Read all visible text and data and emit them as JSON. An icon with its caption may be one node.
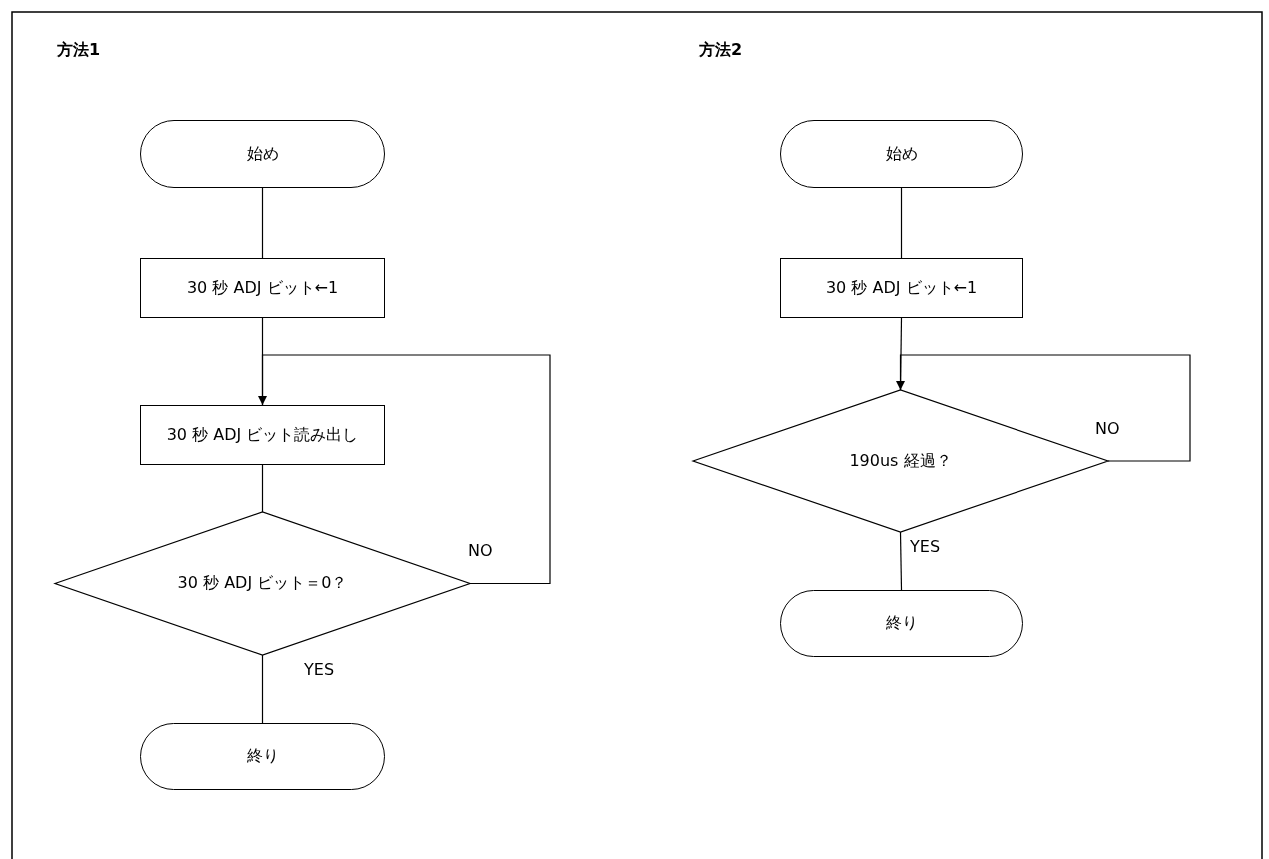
{
  "diagram": {
    "nodes": [
      {
        "text": [
          "始め"
        ]
      },
      {
        "text": [
          "30 秒 ADJ ビット←1"
        ]
      },
      {
        "text": [
          "30 秒 ADJ ビット読み出し"
        ]
      },
      {
        "text": [
          "30 秒 ADJ ビット＝0？"
        ]
      },
      {
        "text": [
          "終り"
        ]
      },
      {
        "text": [
          "始め"
        ]
      },
      {
        "text": [
          "30 秒 ADJ ビット←1"
        ]
      },
      {
        "text": [
          "190us 経過？"
        ]
      },
      {
        "text": [
          "終り"
        ]
      }
    ],
    "edges": [
      {
        "from": 0,
        "to": 1,
        "arrow": "none"
      },
      {
        "from": 1,
        "to": 2,
        "arrow": "none"
      },
      {
        "from": 2,
        "to": 3,
        "arrow": "none"
      },
      {
        "from": 3,
        "to": 4,
        "arrow": "none",
        "label": "YES"
      },
      {
        "from": 3,
        "to": 2,
        "arrow": "to",
        "label": "NO"
      },
      {
        "from": 5,
        "to": 6,
        "arrow": "none"
      },
      {
        "from": 6,
        "to": 7,
        "arrow": "none"
      },
      {
        "from": 7,
        "to": 8,
        "arrow": "none",
        "label": "YES"
      },
      {
        "from": 7,
        "to": 7,
        "arrow": "to",
        "label": "NO"
      }
    ],
    "labels": [
      "方法1",
      "方法2"
    ]
  }
}
